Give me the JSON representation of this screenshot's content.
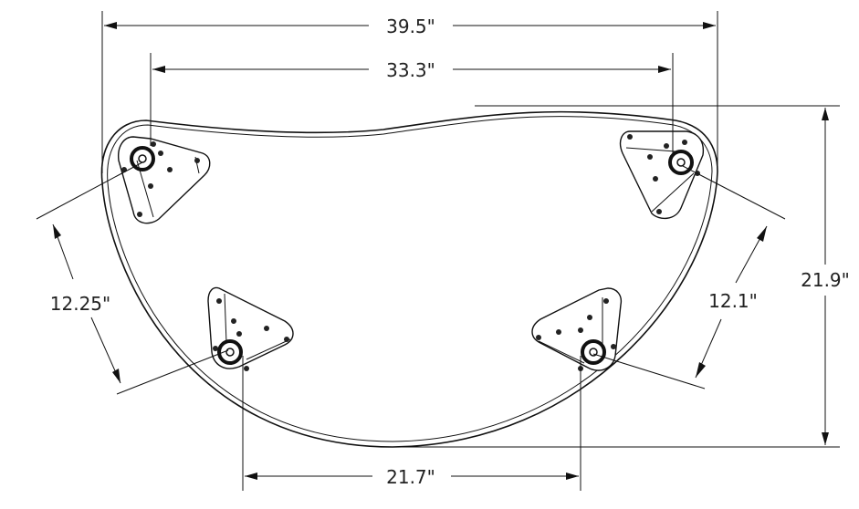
{
  "diagram": {
    "dimensions": {
      "overall_width": "39.5\"",
      "mount_width_top": "33.3\"",
      "overall_depth": "21.9\"",
      "left_mount_span": "12.25\"",
      "right_mount_span": "12.1\"",
      "mount_width_bottom": "21.7\""
    }
  }
}
